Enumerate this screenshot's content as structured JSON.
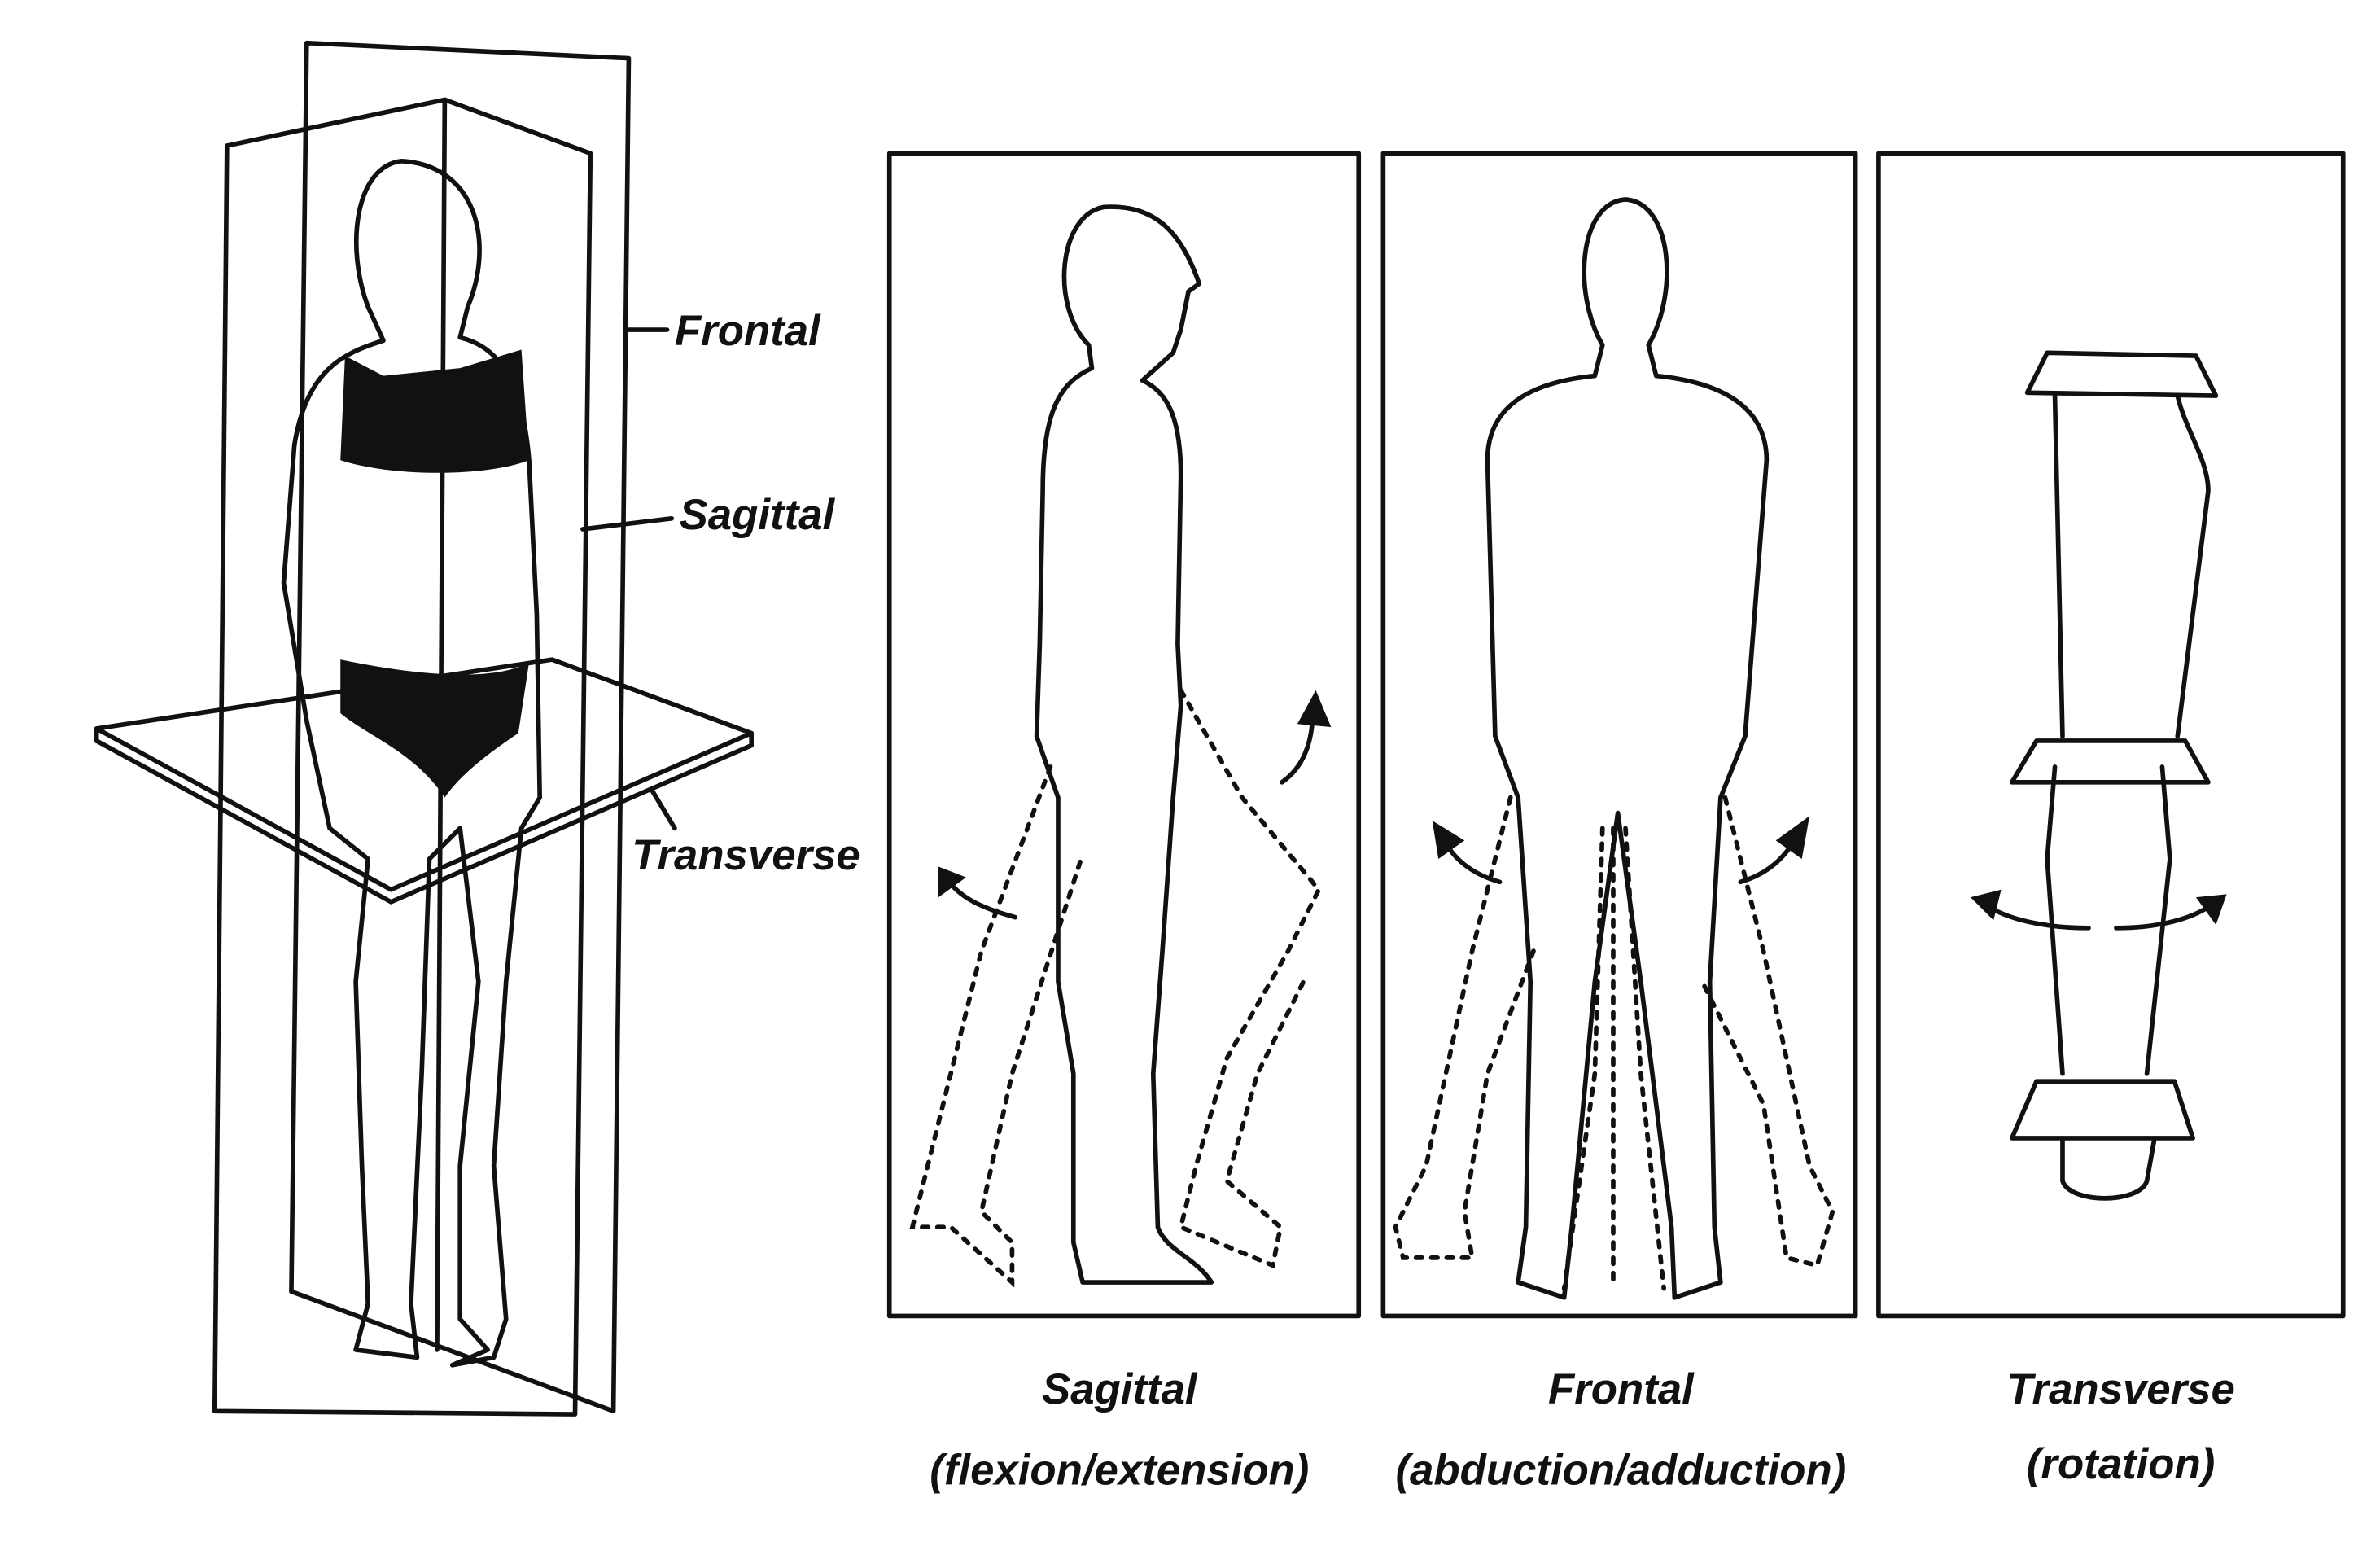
{
  "left_figure": {
    "plane_labels": {
      "frontal": "Frontal",
      "sagittal": "Sagittal",
      "transverse": "Transverse"
    }
  },
  "panels": [
    {
      "title": "Sagittal",
      "subtitle": "(flexion/extension)"
    },
    {
      "title": "Frontal",
      "subtitle": "(abduction/adduction)"
    },
    {
      "title": "Transverse",
      "subtitle": "(rotation)"
    }
  ],
  "colors": {
    "ink": "#111111",
    "background": "#ffffff"
  }
}
